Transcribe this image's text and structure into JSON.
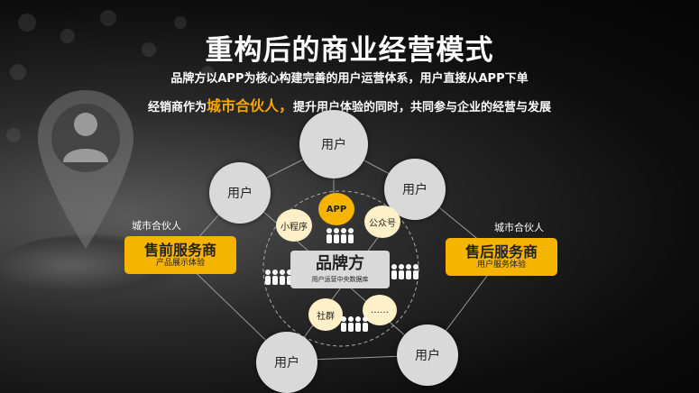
{
  "title": "重构后的商业经营模式",
  "subtitle1": "品牌方以APP为核心构建完善的用户运营体系，用户直接从APP下单",
  "subtitle2_pre": "经销商作为",
  "subtitle2_highlight": "城市合伙人，",
  "subtitle2_post": "提升用户体验的同时，共同参与企业的经营与发展",
  "users": {
    "top": "用户",
    "upper_left": "用户",
    "upper_right": "用户",
    "lower_left": "用户",
    "lower_right": "用户"
  },
  "channels": {
    "app": "APP",
    "mini_program": "小程序",
    "official_account": "公众号",
    "community": "社群",
    "more": "……"
  },
  "brand": {
    "title": "品牌方",
    "subtitle": "用户运营中央数据库"
  },
  "presale": {
    "caption": "城市合伙人",
    "title": "售前服务商",
    "subtitle": "产品展示体验"
  },
  "aftersale": {
    "caption": "城市合伙人",
    "title": "售后服务商",
    "subtitle": "用户服务体验"
  },
  "colors": {
    "accent": "#f5b400",
    "highlight_text": "#f7a800",
    "user_circle": "#d9d9d9"
  }
}
